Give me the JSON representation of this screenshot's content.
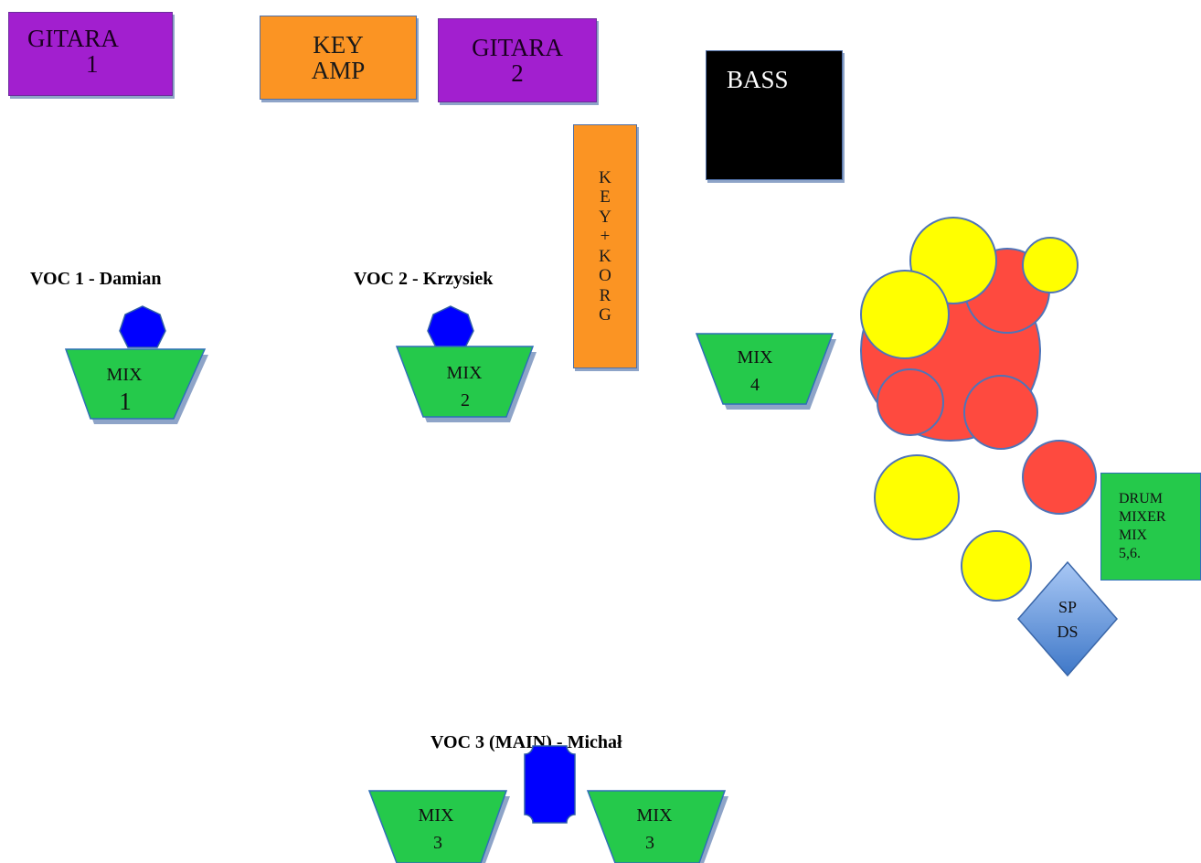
{
  "amps": {
    "gitara1": {
      "line1": "GITARA",
      "line2": "1"
    },
    "key_amp": {
      "line1": "KEY",
      "line2": "AMP"
    },
    "gitara2": {
      "line1": "GITARA",
      "line2": "2"
    },
    "bass": {
      "label": "BASS"
    },
    "keyboard": {
      "letters": [
        "K",
        "E",
        "Y",
        "+",
        "K",
        "O",
        "R",
        "G"
      ]
    }
  },
  "vocals": {
    "voc1": "VOC 1 - Damian",
    "voc2": "VOC 2 - Krzysiek",
    "voc3": "VOC 3 (MAIN) - Michał"
  },
  "monitors": {
    "mix1": {
      "line1": "MIX",
      "line2": "1"
    },
    "mix2": {
      "line1": "MIX",
      "line2": "2"
    },
    "mix4": {
      "line1": "MIX",
      "line2": "4"
    },
    "mix3_left": {
      "line1": "MIX",
      "line2": "3"
    },
    "mix3_right": {
      "line1": "MIX",
      "line2": "3"
    }
  },
  "drum_mixer": {
    "lines": [
      "DRUM",
      "MIXER",
      "MIX",
      "5,6."
    ]
  },
  "spds": {
    "line1": "SP",
    "line2": "DS"
  },
  "colors": {
    "guitar_amp": "#a21fcf",
    "key_amp": "#fb9423",
    "bass_amp": "#000000",
    "monitor": "#25c94b",
    "microphone": "#0000ff",
    "drum": "#fe4a3f",
    "cymbal": "#ffff00",
    "spds": "#6fa1e6"
  }
}
